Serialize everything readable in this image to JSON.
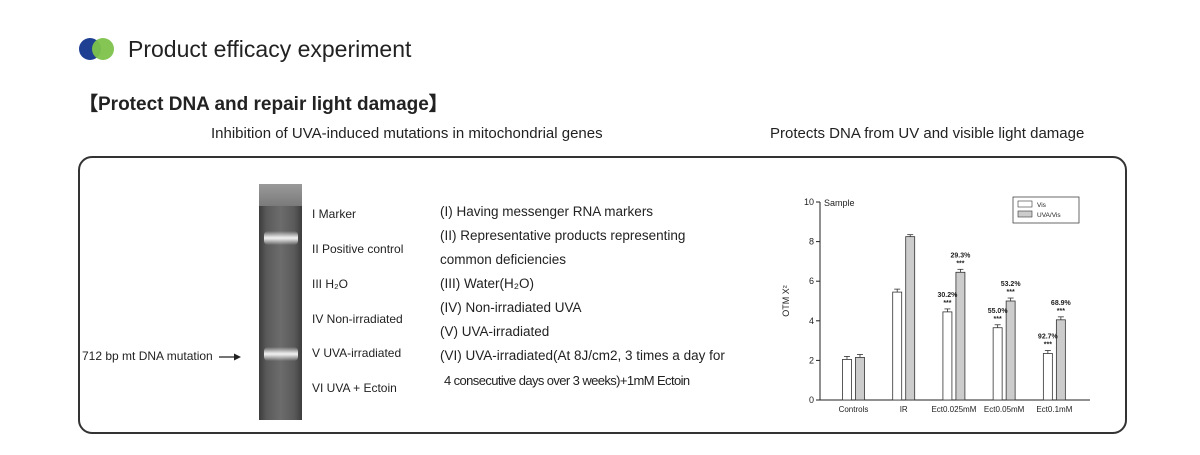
{
  "header": {
    "section_title": "Product efficacy experiment",
    "subtitle": "【Protect DNA and repair light damage】"
  },
  "left": {
    "caption": "Inhibition of UVA-induced mutations in mitochondrial genes",
    "lanes": [
      "I Marker",
      "II Positive control",
      "III H₂O",
      "IV Non-irradiated",
      "V UVA-irradiated",
      "VI UVA + Ectoin"
    ],
    "mutation_label": "712 bp mt DNA mutation",
    "descriptions": [
      "(I)  Having messenger RNA markers",
      "(II)  Representative products representing",
      "common deficiencies",
      "(III)  Water(H₂O)",
      "(IV)  Non-irradiated UVA",
      "(V)  UVA-irradiated",
      "(VI)  UVA-irradiated(At 8J/cm2, 3 times a day for",
      "4 consecutive days over 3 weeks)+1mM Ectoin"
    ]
  },
  "right": {
    "caption": "Protects DNA from UV and visible light damage"
  },
  "chart_data": {
    "type": "bar",
    "title": "Sample",
    "ylabel": "OTM X²",
    "xlabel": "",
    "ylim": [
      0,
      10
    ],
    "yticks": [
      0,
      2,
      4,
      6,
      8,
      10
    ],
    "categories": [
      "Controls",
      "IR",
      "Ect0.025mM",
      "Ect0.05mM",
      "Ect0.1mM"
    ],
    "legend_position": "top-right",
    "series": [
      {
        "name": "Vis",
        "color": "#ffffff",
        "values": [
          2.05,
          5.45,
          4.45,
          3.65,
          2.35
        ],
        "errors": [
          0.15,
          0.15,
          0.15,
          0.15,
          0.15
        ]
      },
      {
        "name": "UVA/Vis",
        "color": "#cccccc",
        "values": [
          2.15,
          8.25,
          6.45,
          5.0,
          4.05
        ],
        "errors": [
          0.15,
          0.1,
          0.15,
          0.15,
          0.15
        ]
      }
    ],
    "annotations": [
      {
        "category": 2,
        "series": 0,
        "pct": "30.2%",
        "sig": "***"
      },
      {
        "category": 2,
        "series": 1,
        "pct": "29.3%",
        "sig": "***"
      },
      {
        "category": 3,
        "series": 0,
        "pct": "55.0%",
        "sig": "***"
      },
      {
        "category": 3,
        "series": 1,
        "pct": "53.2%",
        "sig": "***"
      },
      {
        "category": 4,
        "series": 0,
        "pct": "92.7%",
        "sig": "***"
      },
      {
        "category": 4,
        "series": 1,
        "pct": "68.9%",
        "sig": "***"
      }
    ]
  }
}
